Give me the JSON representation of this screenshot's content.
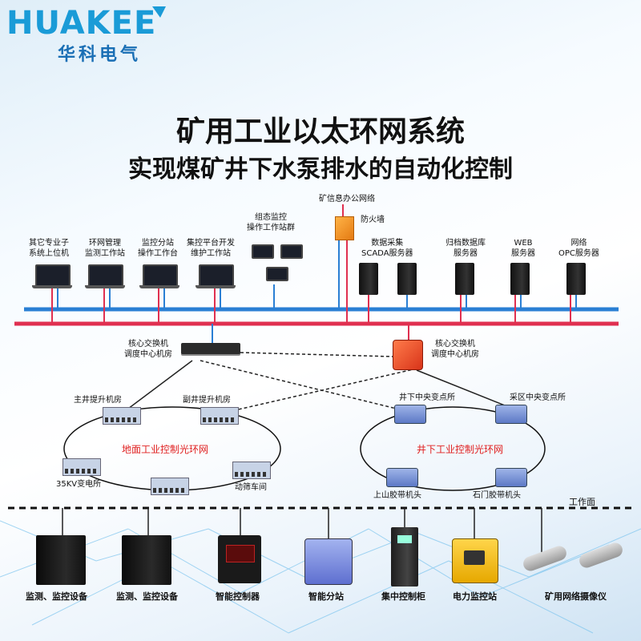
{
  "logo": {
    "en": "HUAKEE",
    "cn": "华科电气"
  },
  "title": {
    "main": "矿用工业以太环网系统",
    "sub": "实现煤矿井下水泵排水的自动化控制"
  },
  "top_nodes": {
    "office_network": "矿信息办公网络",
    "firewall": "防火墙",
    "config_monitor": "组态监控\n操作工作站群",
    "other_system": "其它专业子\n系统上位机",
    "ring_mgmt": "环网管理\n监测工作站",
    "sub_station": "监控分站\n操作工作台",
    "platform_dev": "集控平台开发\n维护工作站",
    "scada": "数据采集\nSCADA服务器",
    "archive_db": "归档数据库\n服务器",
    "web": "WEB\n服务器",
    "opc": "网络\nOPC服务器"
  },
  "core_switches": {
    "left": "核心交换机\n调度中心机房",
    "right": "核心交换机\n调度中心机房"
  },
  "surface_ring": {
    "name": "地面工业控制光环网",
    "main_shaft": "主井提升机房",
    "aux_shaft": "副井提升机房",
    "substation_35kv": "35KV变电所",
    "screening": "动筛车间"
  },
  "underground_ring": {
    "name": "井下工业控制光环网",
    "central_sub": "井下中央变点所",
    "mining_sub": "采区中央变点所",
    "uphill_belt": "上山胶带机头",
    "shimen_belt": "石门胶带机头"
  },
  "work_face": "工作面",
  "bottom_devices": [
    "监测、监控设备",
    "监测、监控设备",
    "智能控制器",
    "智能分站",
    "集中控制柜",
    "电力监控站",
    "矿用网络摄像仪"
  ]
}
